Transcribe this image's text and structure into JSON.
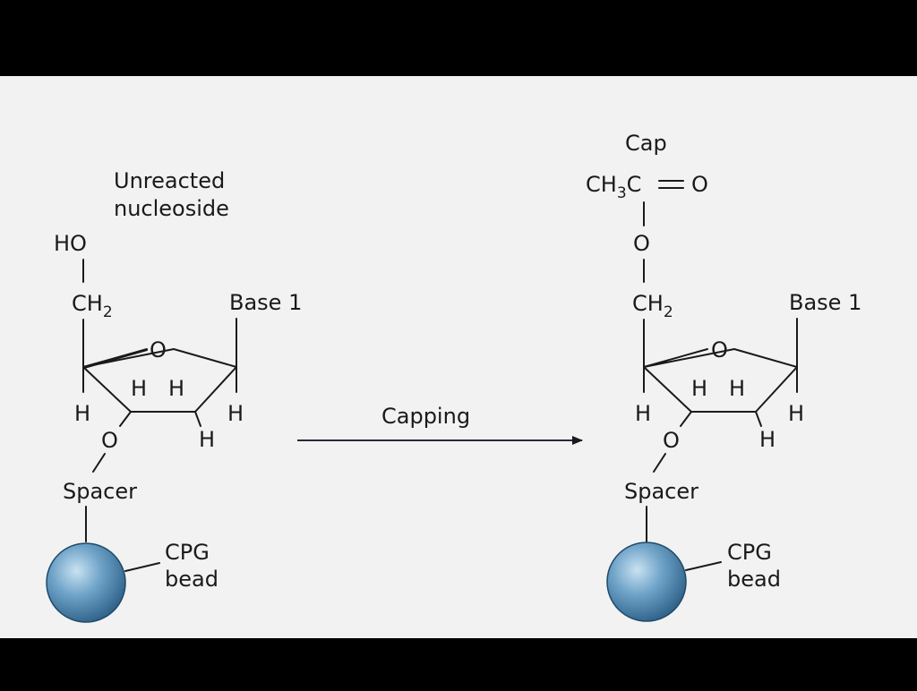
{
  "colors": {
    "background": "#000000",
    "panel": "#f2f2f2",
    "ink": "#1a1a1a",
    "bead_light": "#c9e2f2",
    "bead_mid": "#6fa3c8",
    "bead_dark": "#2d5f86"
  },
  "left": {
    "caption_line1": "Unreacted",
    "caption_line2": "nucleoside",
    "hydroxyl": "HO",
    "ch": "CH",
    "ch_sub": "2",
    "ring_o": "O",
    "base": "Base 1",
    "h": "H",
    "o3": "O",
    "spacer": "Spacer",
    "bead_line1": "CPG",
    "bead_line2": "bead"
  },
  "reaction": {
    "label": "Capping"
  },
  "right": {
    "cap_label": "Cap",
    "acetyl_ch": "CH",
    "acetyl_sub": "3",
    "acetyl_c": "C",
    "acetyl_eq": "=",
    "acetyl_o": "O",
    "ester_o": "O",
    "ch": "CH",
    "ch_sub": "2",
    "ring_o": "O",
    "base": "Base 1",
    "h": "H",
    "o3": "O",
    "spacer": "Spacer",
    "bead_line1": "CPG",
    "bead_line2": "bead"
  }
}
